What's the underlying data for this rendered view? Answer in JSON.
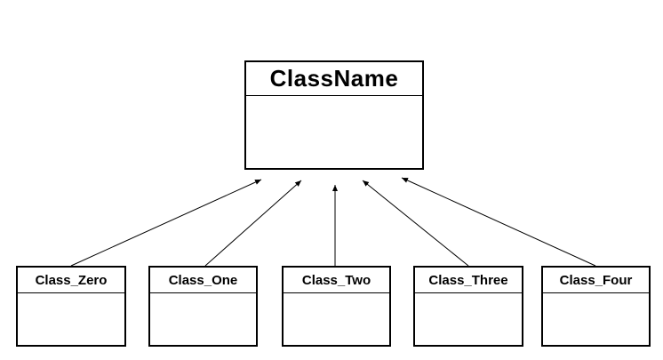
{
  "parent_class": {
    "name": "ClassName"
  },
  "child_classes": [
    {
      "name": "Class_Zero"
    },
    {
      "name": "Class_One"
    },
    {
      "name": "Class_Two"
    },
    {
      "name": "Class_Three"
    },
    {
      "name": "Class_Four"
    }
  ],
  "colors": {
    "line": "#000000",
    "background": "#ffffff"
  }
}
